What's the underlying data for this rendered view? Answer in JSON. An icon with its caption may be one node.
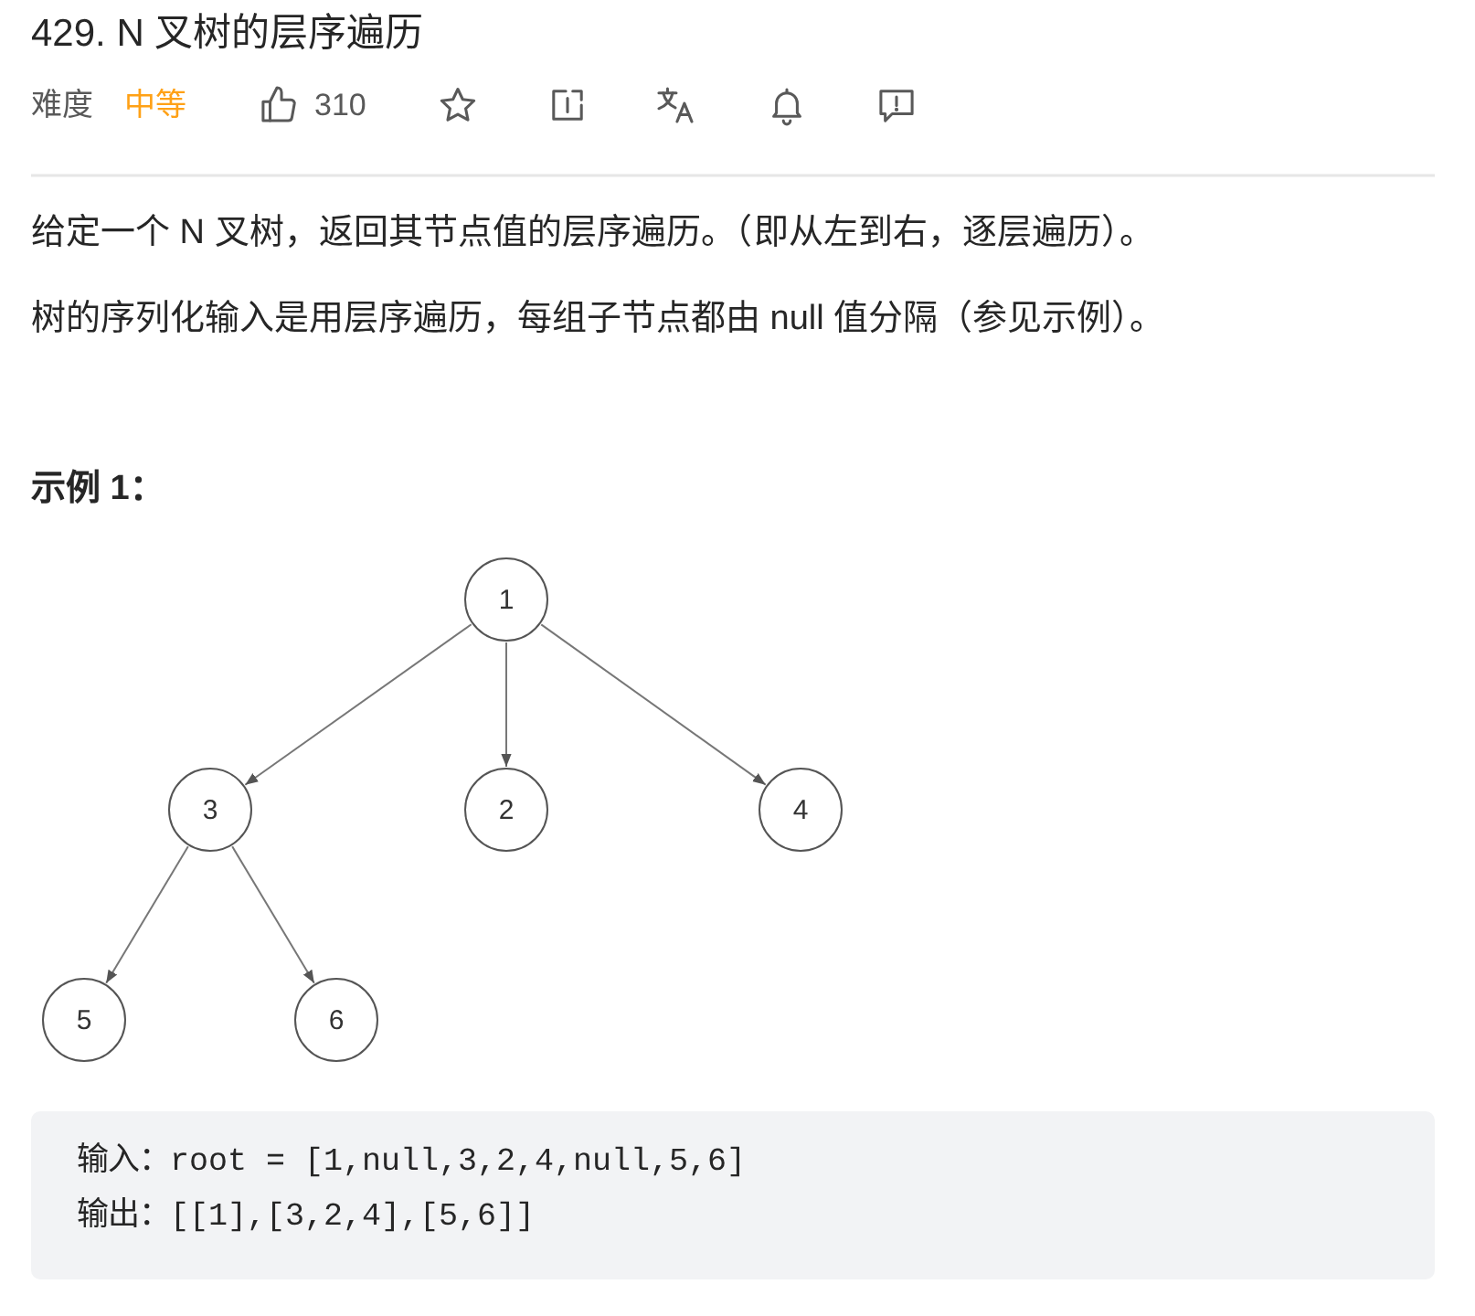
{
  "diagram": {
    "title": "429. N 叉树的层序遍历",
    "nodes": [
      {
        "text": [
          "1"
        ]
      },
      {
        "text": [
          "3"
        ]
      },
      {
        "text": [
          "2"
        ]
      },
      {
        "text": [
          "4"
        ]
      },
      {
        "text": [
          "5"
        ]
      },
      {
        "text": [
          "6"
        ]
      },
      {
        "text": [
          "输入：root = [1,null,3,2,4,null,5,6]",
          "输出：[[1],[3,2,4],[5,6]]"
        ]
      }
    ],
    "edges": [
      {
        "from": 0,
        "to": 1,
        "arrow": "to"
      },
      {
        "from": 0,
        "to": 2,
        "arrow": "to"
      },
      {
        "from": 0,
        "to": 3,
        "arrow": "to"
      },
      {
        "from": 1,
        "to": 4,
        "arrow": "to"
      },
      {
        "from": 1,
        "to": 5,
        "arrow": "to"
      }
    ],
    "labels": [
      "难度",
      "中等",
      "310",
      "给定一个 N 叉树，返回其节点值的层序遍历。（即从左到右，逐层遍历）。",
      "树的序列化输入是用层序遍历，每组子节点都由 null 值分隔（参见示例）。",
      "示例 1："
    ]
  }
}
